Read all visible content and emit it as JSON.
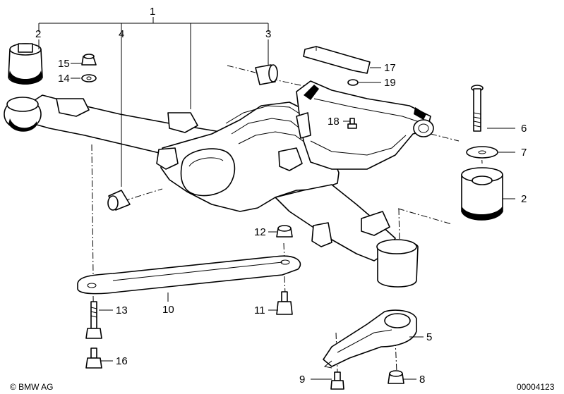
{
  "callouts": {
    "c1": "1",
    "c2a": "2",
    "c3": "3",
    "c4": "4",
    "c15": "15",
    "c14": "14",
    "c17": "17",
    "c19": "19",
    "c18": "18",
    "c6": "6",
    "c7": "7",
    "c2b": "2",
    "c12": "12",
    "c13": "13",
    "c10": "10",
    "c11": "11",
    "c5": "5",
    "c16": "16",
    "c9": "9",
    "c8": "8"
  },
  "footer": {
    "brand": "© BMW AG",
    "diagram_id": "00004123"
  },
  "icons": {
    "copyright": "copyright-icon",
    "brand": "bmw-brand-text"
  }
}
